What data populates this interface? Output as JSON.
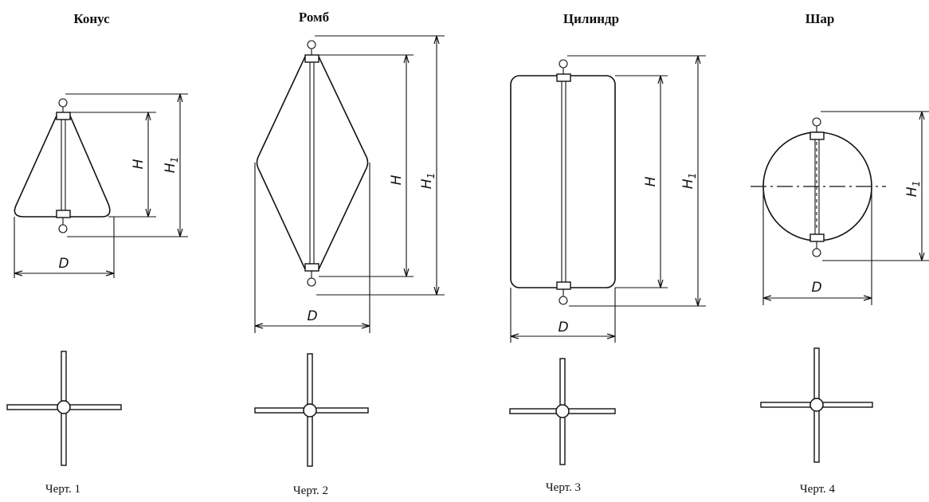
{
  "figures": [
    {
      "title": "Конус",
      "caption": "Черт. 1",
      "labels": {
        "height": "H",
        "full_height": "H",
        "full_height_index": "1",
        "diameter": "D"
      }
    },
    {
      "title": "Ромб",
      "caption": "Черт. 2",
      "labels": {
        "height": "H",
        "full_height": "H",
        "full_height_index": "1",
        "diameter": "D"
      }
    },
    {
      "title": "Цилиндр",
      "caption": "Черт. 3",
      "labels": {
        "height": "H",
        "full_height": "H",
        "full_height_index": "1",
        "diameter": "D"
      }
    },
    {
      "title": "Шар",
      "caption": "Черт. 4",
      "labels": {
        "full_height": "H",
        "full_height_index": "1",
        "diameter": "D"
      }
    }
  ],
  "colors": {
    "ink": "#111111",
    "paper": "#ffffff"
  }
}
